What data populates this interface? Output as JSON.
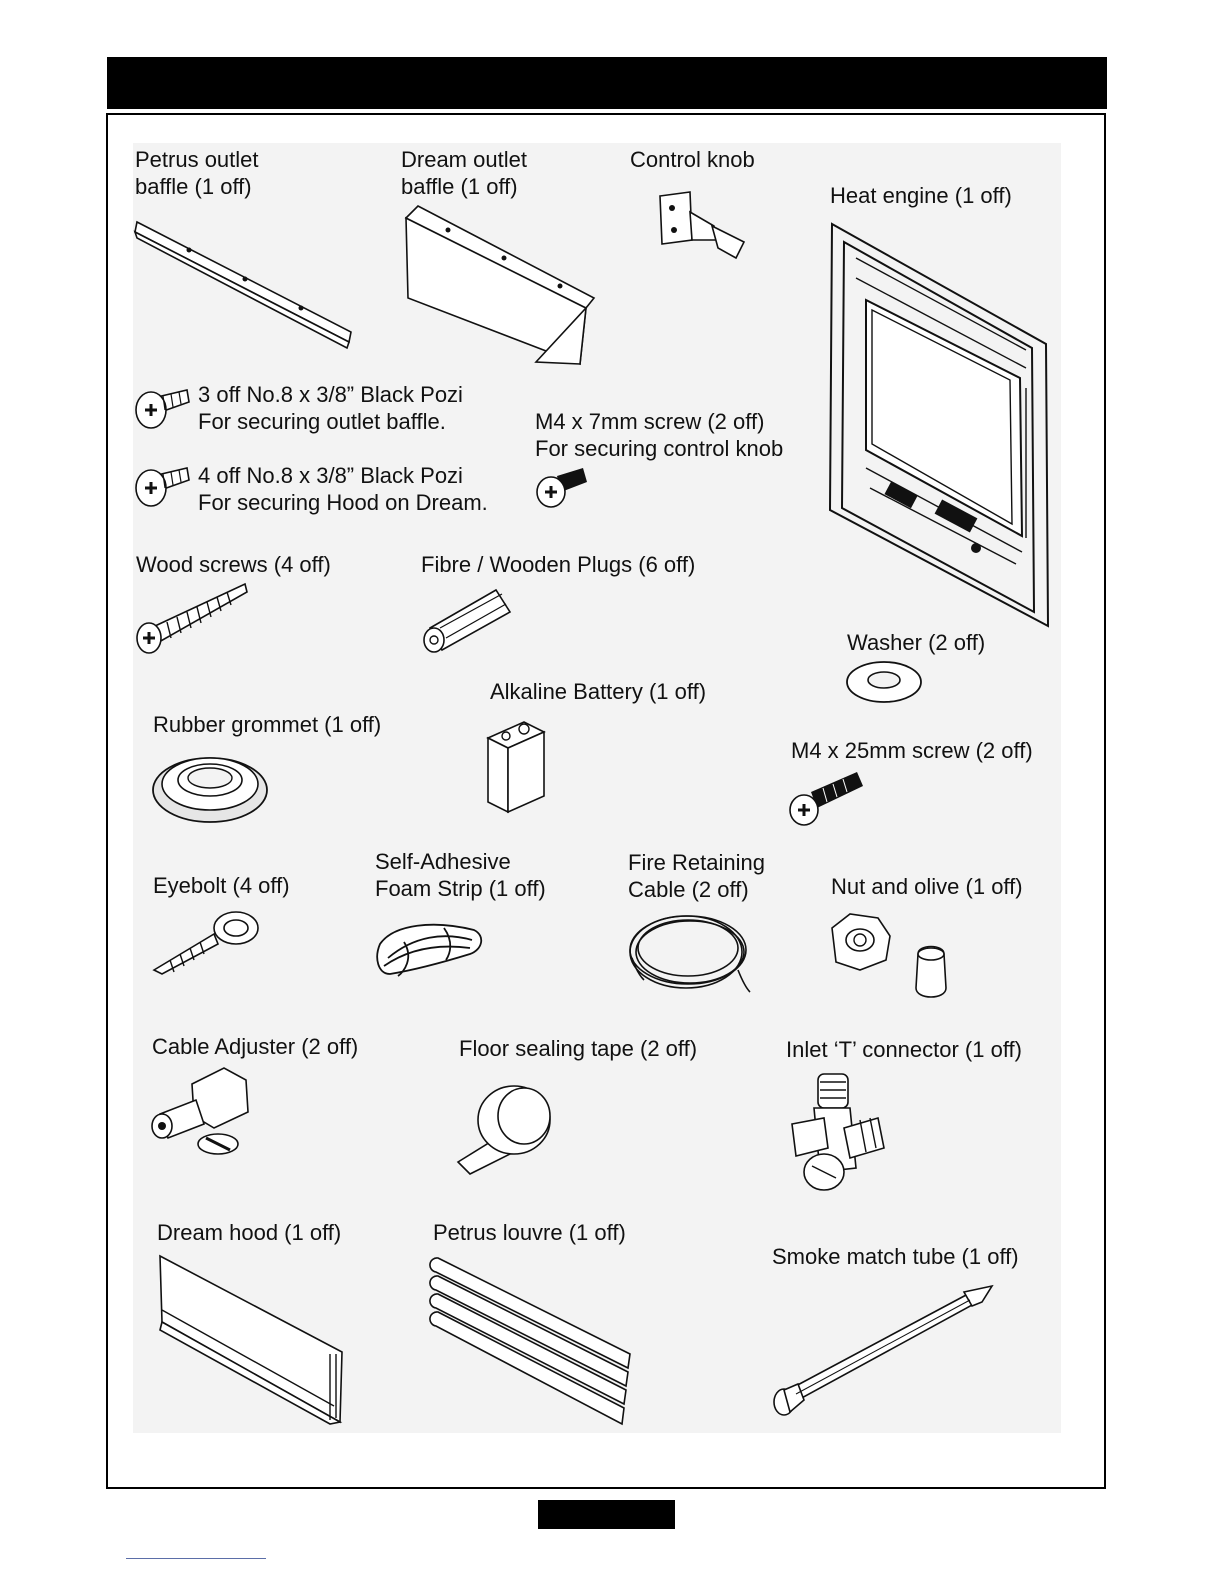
{
  "parts": {
    "petrus_outlet_baffle": {
      "line1": "Petrus outlet",
      "line2": "baffle (1 off)",
      "icon": "baffle-bar-icon"
    },
    "dream_outlet_baffle": {
      "line1": "Dream outlet",
      "line2": "baffle (1 off)",
      "icon": "dream-baffle-icon"
    },
    "control_knob": {
      "line1": "Control knob",
      "icon": "control-knob-icon"
    },
    "heat_engine": {
      "line1": "Heat engine (1 off)",
      "icon": "heat-engine-icon"
    },
    "pozi_screw_baffle": {
      "line1": "3 off No.8 x 3/8” Black Pozi",
      "line2": "For securing outlet baffle.",
      "icon": "pozi-screw-icon"
    },
    "pozi_screw_hood": {
      "line1": "4 off No.8 x 3/8” Black Pozi",
      "line2": "For securing Hood on Dream.",
      "icon": "pozi-screw-icon"
    },
    "m4_7mm_screw": {
      "line1": "M4 x 7mm screw (2 off)",
      "line2": "For securing control knob",
      "icon": "machine-screw-icon"
    },
    "wood_screws": {
      "line1": "Wood screws (4 off)",
      "icon": "wood-screw-icon"
    },
    "wall_plugs": {
      "line1": "Fibre / Wooden Plugs (6 off)",
      "icon": "wall-plug-icon"
    },
    "washer": {
      "line1": "Washer (2 off)",
      "icon": "washer-icon"
    },
    "battery": {
      "line1": "Alkaline Battery (1 off)",
      "icon": "battery-icon"
    },
    "grommet": {
      "line1": "Rubber grommet (1 off)",
      "icon": "grommet-icon"
    },
    "m4_25mm_screw": {
      "line1": "M4 x 25mm screw (2 off)",
      "icon": "machine-screw-icon"
    },
    "eyebolt": {
      "line1": "Eyebolt (4 off)",
      "icon": "eyebolt-icon"
    },
    "foam_strip": {
      "line1": "Self-Adhesive",
      "line2": "Foam Strip (1 off)",
      "icon": "foam-strip-icon"
    },
    "fire_cable": {
      "line1": "Fire Retaining",
      "line2": "Cable (2 off)",
      "icon": "cable-coil-icon"
    },
    "nut_olive": {
      "line1": "Nut and olive (1 off)",
      "icon": "nut-olive-icon"
    },
    "cable_adjuster": {
      "line1": "Cable Adjuster (2 off)",
      "icon": "cable-adjuster-icon"
    },
    "sealing_tape": {
      "line1": "Floor sealing tape (2 off)",
      "icon": "tape-roll-icon"
    },
    "t_connector": {
      "line1": "Inlet ‘T’ connector (1 off)",
      "icon": "t-connector-icon"
    },
    "dream_hood": {
      "line1": "Dream hood (1 off)",
      "icon": "hood-icon"
    },
    "petrus_louvre": {
      "line1": "Petrus louvre (1 off)",
      "icon": "louvre-icon"
    },
    "smoke_tube": {
      "line1": "Smoke match tube (1 off)",
      "icon": "smoke-tube-icon"
    }
  }
}
